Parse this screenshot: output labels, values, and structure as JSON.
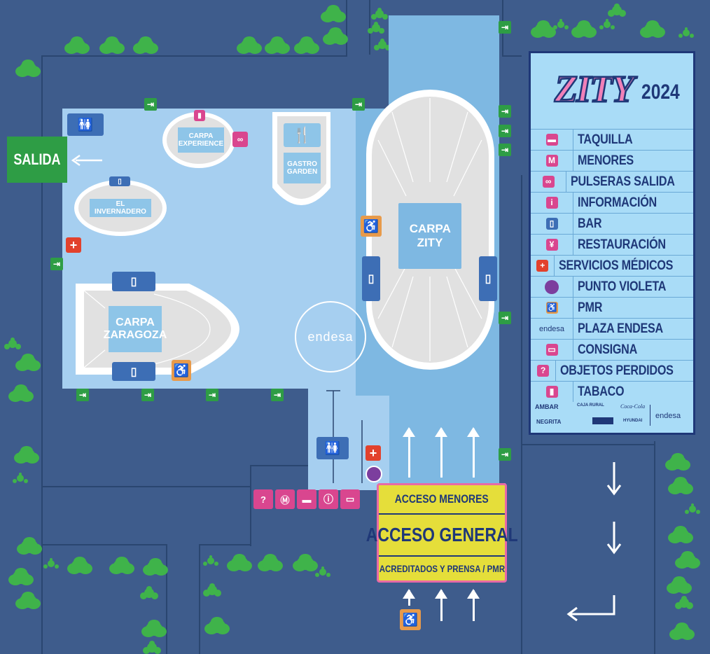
{
  "map": {
    "exit_label": "SALIDA",
    "tents": {
      "experience": "CARPA EXPERIENCE",
      "gastro": "GASTRO GARDEN",
      "invernadero": "EL INVERNADERO",
      "zity": "CARPA ZITY",
      "zaragoza": "CARPA ZARAGOZA"
    },
    "endesa_circle": "endesa",
    "gate": {
      "menores": "ACCESO MENORES",
      "general": "ACCESO GENERAL",
      "acreditados": "ACREDITADOS Y PRENSA / PMR"
    }
  },
  "legend": {
    "logo_text": "ZITY",
    "year": "2024",
    "items": [
      {
        "icon": "ticket-icon",
        "label": "TAQUILLA",
        "color": "#d9468f"
      },
      {
        "icon": "m-badge-icon",
        "label": "MENORES",
        "color": "#d9468f"
      },
      {
        "icon": "wristband-icon",
        "label": "PULSERAS SALIDA",
        "color": "#d9468f"
      },
      {
        "icon": "info-icon",
        "label": "INFORMACIÓN",
        "color": "#d9468f"
      },
      {
        "icon": "beer-icon",
        "label": "BAR",
        "color": "#3d6eb5"
      },
      {
        "icon": "cutlery-icon",
        "label": "RESTAURACIÓN",
        "color": "#d9468f"
      },
      {
        "icon": "medical-cross-icon",
        "label": "SERVICIOS MÉDICOS",
        "color": "#e2412c"
      },
      {
        "icon": "violet-dot-icon",
        "label": "PUNTO VIOLETA",
        "color": "#7c3e9e"
      },
      {
        "icon": "wheelchair-icon",
        "label": "PMR",
        "color": "#e89a4a"
      },
      {
        "icon": "endesa-wordmark-icon",
        "label": "PLAZA ENDESA",
        "color": "#1f3878"
      },
      {
        "icon": "locker-icon",
        "label": "CONSIGNA",
        "color": "#d9468f"
      },
      {
        "icon": "lost-found-icon",
        "label": "OBJETOS PERDIDOS",
        "color": "#d9468f"
      },
      {
        "icon": "tobacco-icon",
        "label": "TABACO",
        "color": "#d9468f"
      }
    ],
    "endesa_mini": "endesa",
    "sponsors": {
      "ambar": "AMBAR",
      "caja": "CAJA RURAL",
      "coca": "Coca-Cola",
      "negrita": "NEGRITA",
      "hyundai": "HYUNDAI",
      "endesa": "endesa"
    }
  },
  "colors": {
    "background": "#3e5c8c",
    "venue": "#a6cff0",
    "zity_area": "#7eb8e2",
    "exit_green": "#2e9d45",
    "gate_yellow": "#e5de3a"
  }
}
